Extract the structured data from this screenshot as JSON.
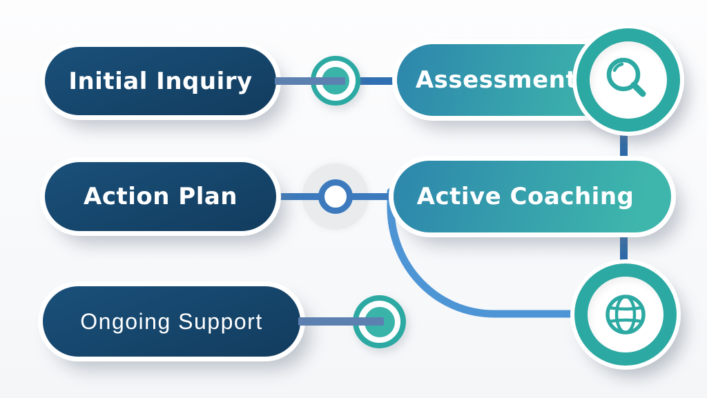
{
  "diagram": {
    "nodes": [
      {
        "id": "initial-inquiry",
        "label": "Initial Inquiry",
        "style": "navy"
      },
      {
        "id": "assessment",
        "label": "Assessment",
        "style": "teal-gradient",
        "icon": "search-icon"
      },
      {
        "id": "action-plan",
        "label": "Action Plan",
        "style": "navy"
      },
      {
        "id": "active-coaching",
        "label": "Active Coaching",
        "style": "teal-gradient",
        "icon": "globe-icon"
      },
      {
        "id": "ongoing-support",
        "label": "Ongoing Support",
        "style": "navy"
      }
    ],
    "connectors": [
      {
        "from": "initial-inquiry",
        "to": "assessment",
        "type": "line-with-dot-node"
      },
      {
        "from": "action-plan",
        "to": "active-coaching",
        "type": "line-with-ring-node"
      },
      {
        "from": "ongoing-support",
        "to": "dot-node",
        "type": "line-with-dot-node"
      },
      {
        "from": "assessment",
        "to": "globe-circle",
        "type": "vertical-line"
      },
      {
        "from": "active-coaching",
        "to": "globe-circle",
        "type": "curved-line"
      }
    ],
    "icons": [
      {
        "name": "search-icon",
        "meaning": "magnifying glass / assessment"
      },
      {
        "name": "globe-icon",
        "meaning": "globe / global support"
      }
    ]
  },
  "colors": {
    "background_top": "#fdfdfe",
    "background_bottom": "#f4f6f8",
    "navy": "#1a507a",
    "navy_dark": "#123c5e",
    "teal_gradient_start": "#2d86ac",
    "teal_gradient_end": "#3eb6ac",
    "teal_ring": "#2ca9a2",
    "teal_dot": "#3ab3a9",
    "line_steel": "#5c81b1",
    "line_blue": "#2f6fb2",
    "line_mid": "#3c7abd",
    "line_dark_vertical": "#2d6aa8",
    "line_curve": "#4e95d6",
    "halo_gray": "#e9ebed",
    "text_white": "#ffffff"
  }
}
